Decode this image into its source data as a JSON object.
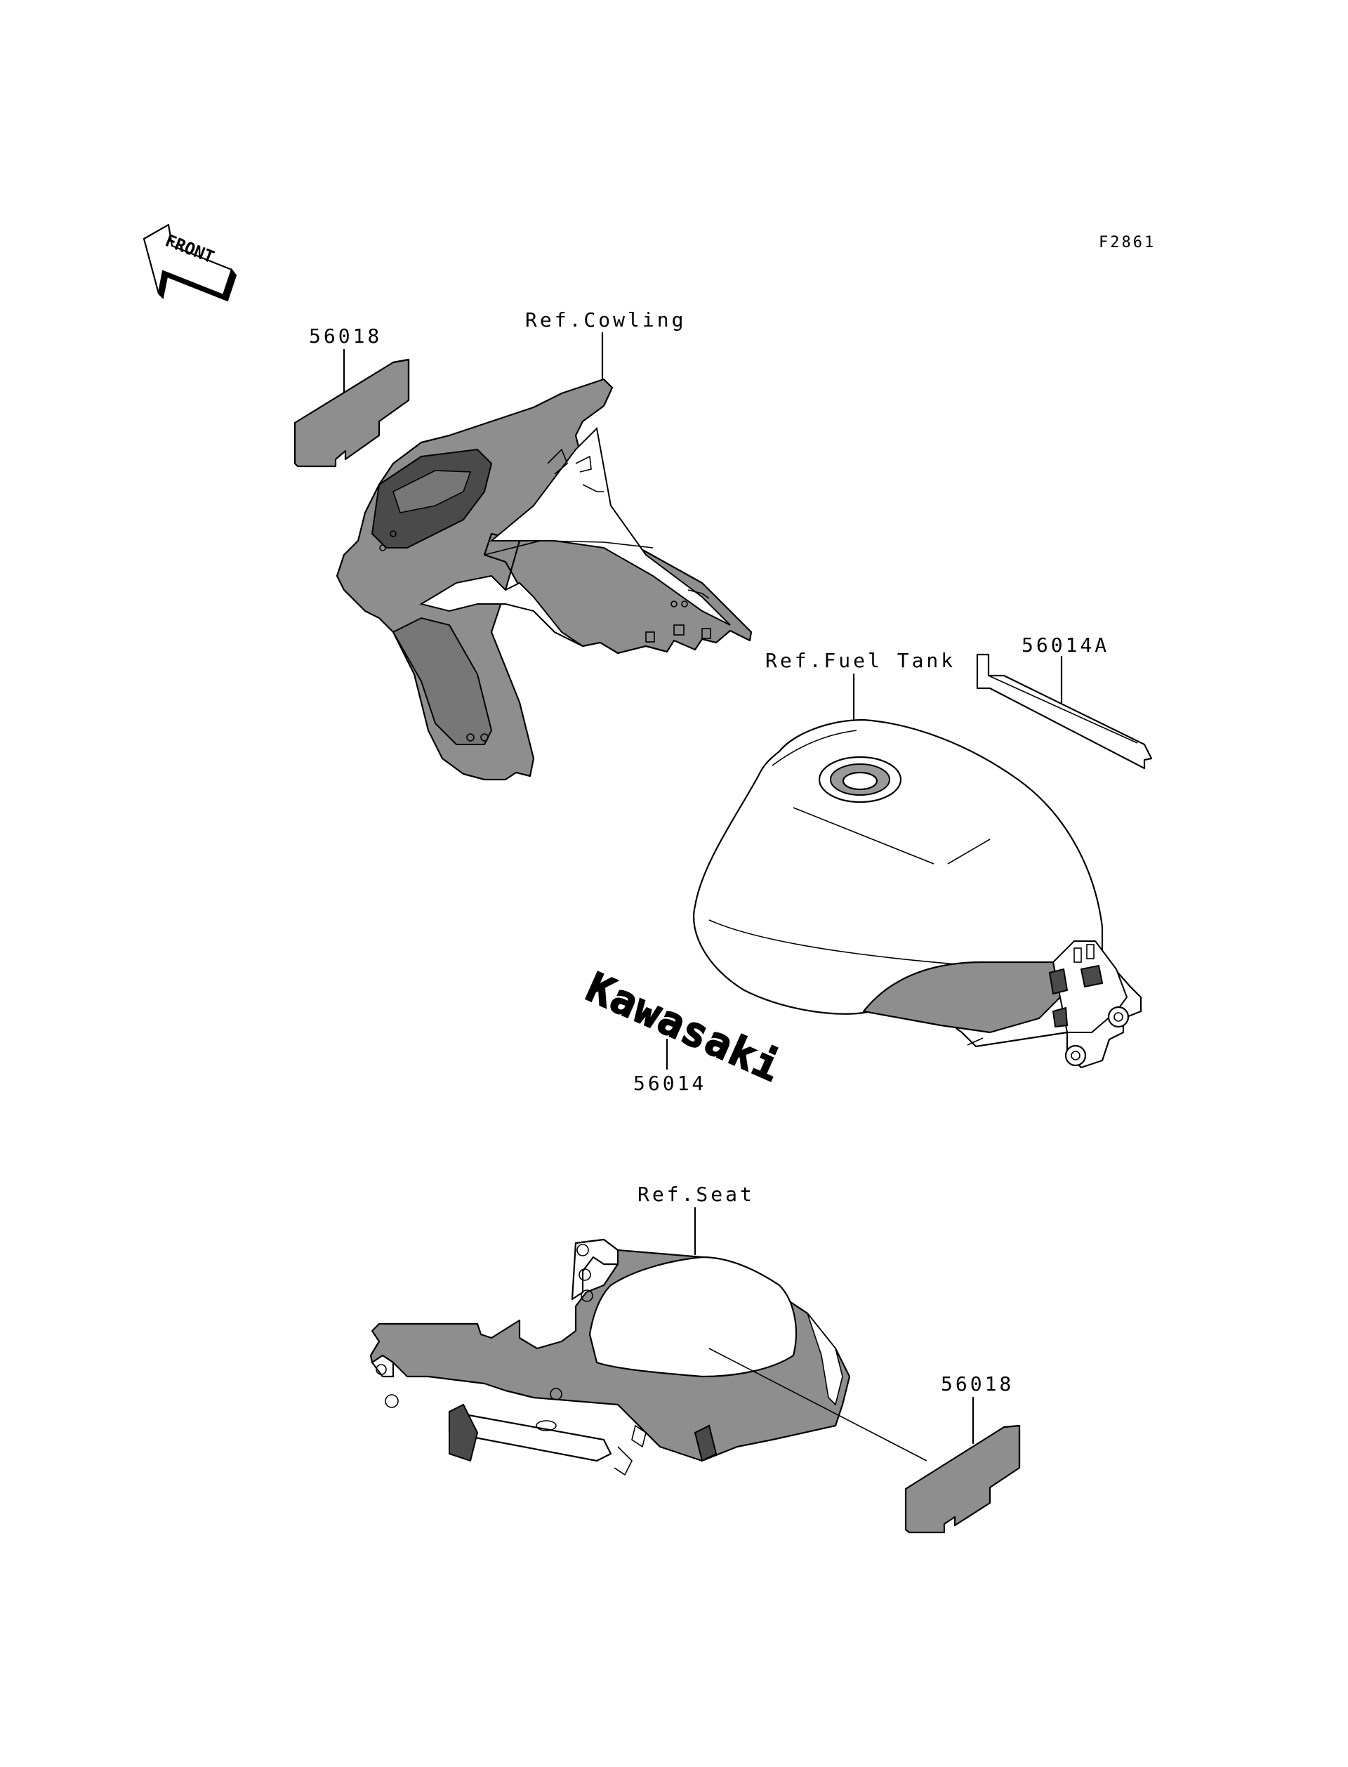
{
  "figure_code": "F2861",
  "front_arrow_label": "FRONT",
  "labels": {
    "cowling_ref": "Ref.Cowling",
    "fuel_tank_ref": "Ref.Fuel Tank",
    "seat_ref": "Ref.Seat",
    "part_56018_top": "56018",
    "part_56014A": "56014A",
    "part_56014": "56014",
    "part_56018_bottom": "56018"
  },
  "logo_text": "Kawasaki"
}
